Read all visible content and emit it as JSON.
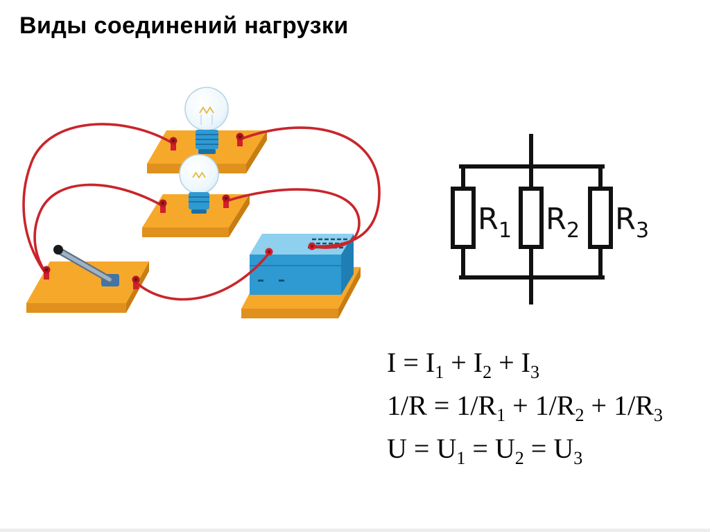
{
  "slide": {
    "title": "Виды соединений нагрузки"
  },
  "illustration": {
    "components": [
      "lamp",
      "lamp",
      "switch",
      "battery"
    ],
    "colors": {
      "wire": "#c9252b",
      "platform": "#f6a82b",
      "battery": "#2e9ad1",
      "terminal": "#d21f2b"
    }
  },
  "schematic": {
    "type": "parallel-resistors",
    "line_color": "#111111",
    "resistors": [
      {
        "label": "R",
        "sub": "1"
      },
      {
        "label": "R",
        "sub": "2"
      },
      {
        "label": "R",
        "sub": "3"
      }
    ]
  },
  "formulas": [
    {
      "text": "I = I₁ + I₂ + I₃",
      "tokens": [
        [
          "t",
          "I = I"
        ],
        [
          "s",
          "1"
        ],
        [
          "t",
          " + I"
        ],
        [
          "s",
          "2"
        ],
        [
          "t",
          " + I"
        ],
        [
          "s",
          "3"
        ]
      ]
    },
    {
      "text": "1/R = 1/R₁ + 1/R₂ + 1/R₃",
      "tokens": [
        [
          "t",
          "1/R = 1/R"
        ],
        [
          "s",
          "1"
        ],
        [
          "t",
          " + 1/R"
        ],
        [
          "s",
          "2"
        ],
        [
          "t",
          " + 1/R"
        ],
        [
          "s",
          "3"
        ]
      ]
    },
    {
      "text": "U = U₁ = U₂ = U₃",
      "tokens": [
        [
          "t",
          "U = U"
        ],
        [
          "s",
          "1"
        ],
        [
          "t",
          " = U"
        ],
        [
          "s",
          "2"
        ],
        [
          "t",
          " = U"
        ],
        [
          "s",
          "3"
        ]
      ]
    }
  ]
}
